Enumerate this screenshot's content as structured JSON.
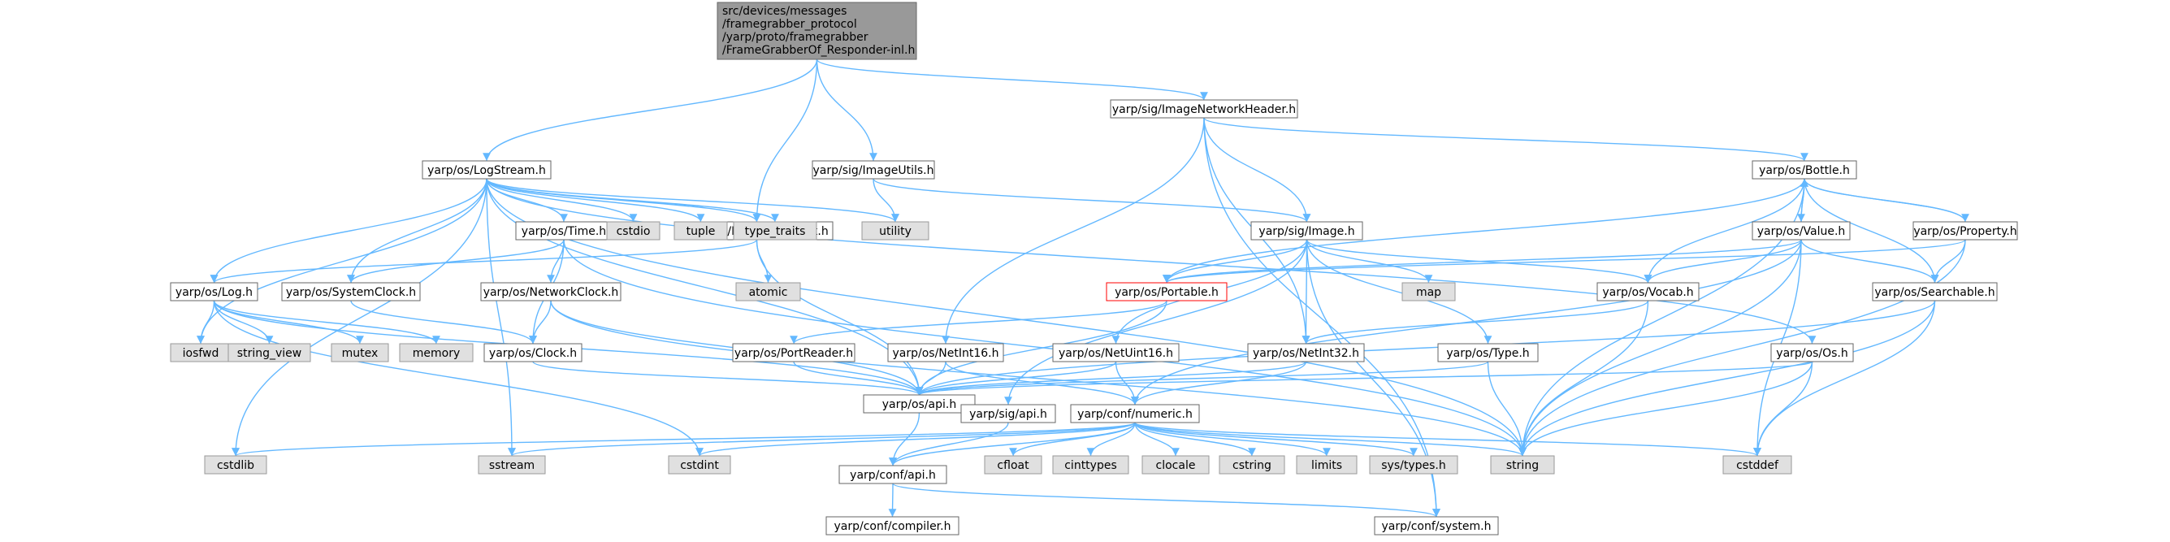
{
  "colors": {
    "edge": "#63b8ff",
    "root_fill": "#999999",
    "node_fill": "#ffffff",
    "system_fill": "#e0e0e0",
    "node_border": "#666666",
    "system_border": "#999999",
    "highlight_border": "#ff0000"
  },
  "nodes": [
    {
      "id": "root",
      "label": "src/devices/messages\n/framegrabber_protocol\n/yarp/proto/framegrabber\n/FrameGrabberOf_Responder-inl.h",
      "kind": "root"
    },
    {
      "id": "logstream",
      "label": "yarp/os/LogStream.h",
      "kind": "file"
    },
    {
      "id": "logcomponent",
      "label": "yarp/os/LogComponent.h",
      "kind": "file"
    },
    {
      "id": "imageutils",
      "label": "yarp/sig/ImageUtils.h",
      "kind": "file"
    },
    {
      "id": "imagenetheader",
      "label": "yarp/sig/ImageNetworkHeader.h",
      "kind": "file"
    },
    {
      "id": "bottle",
      "label": "yarp/os/Bottle.h",
      "kind": "file"
    },
    {
      "id": "value",
      "label": "yarp/os/Value.h",
      "kind": "file"
    },
    {
      "id": "property",
      "label": "yarp/os/Property.h",
      "kind": "file"
    },
    {
      "id": "searchable",
      "label": "yarp/os/Searchable.h",
      "kind": "file"
    },
    {
      "id": "vocab",
      "label": "yarp/os/Vocab.h",
      "kind": "file"
    },
    {
      "id": "portable",
      "label": "yarp/os/Portable.h",
      "kind": "highlight"
    },
    {
      "id": "image",
      "label": "yarp/sig/Image.h",
      "kind": "file"
    },
    {
      "id": "time",
      "label": "yarp/os/Time.h",
      "kind": "file"
    },
    {
      "id": "log",
      "label": "yarp/os/Log.h",
      "kind": "file"
    },
    {
      "id": "systemclock",
      "label": "yarp/os/SystemClock.h",
      "kind": "file"
    },
    {
      "id": "networkclock",
      "label": "yarp/os/NetworkClock.h",
      "kind": "file"
    },
    {
      "id": "clock",
      "label": "yarp/os/Clock.h",
      "kind": "file"
    },
    {
      "id": "portreader",
      "label": "yarp/os/PortReader.h",
      "kind": "file"
    },
    {
      "id": "netint16",
      "label": "yarp/os/NetInt16.h",
      "kind": "file"
    },
    {
      "id": "netuint16",
      "label": "yarp/os/NetUint16.h",
      "kind": "file"
    },
    {
      "id": "netint32",
      "label": "yarp/os/NetInt32.h",
      "kind": "file"
    },
    {
      "id": "type",
      "label": "yarp/os/Type.h",
      "kind": "file"
    },
    {
      "id": "os",
      "label": "yarp/os/Os.h",
      "kind": "file"
    },
    {
      "id": "osapi",
      "label": "yarp/os/api.h",
      "kind": "file"
    },
    {
      "id": "sigapi",
      "label": "yarp/sig/api.h",
      "kind": "file"
    },
    {
      "id": "numeric",
      "label": "yarp/conf/numeric.h",
      "kind": "file"
    },
    {
      "id": "confapi",
      "label": "yarp/conf/api.h",
      "kind": "file"
    },
    {
      "id": "compiler",
      "label": "yarp/conf/compiler.h",
      "kind": "file"
    },
    {
      "id": "system",
      "label": "yarp/conf/system.h",
      "kind": "file"
    },
    {
      "id": "cstdio",
      "label": "cstdio",
      "kind": "system"
    },
    {
      "id": "tuple",
      "label": "tuple",
      "kind": "system"
    },
    {
      "id": "type_traits",
      "label": "type_traits",
      "kind": "system"
    },
    {
      "id": "utility",
      "label": "utility",
      "kind": "system"
    },
    {
      "id": "atomic",
      "label": "atomic",
      "kind": "system"
    },
    {
      "id": "map",
      "label": "map",
      "kind": "system"
    },
    {
      "id": "iosfwd",
      "label": "iosfwd",
      "kind": "system"
    },
    {
      "id": "string_view",
      "label": "string_view",
      "kind": "system"
    },
    {
      "id": "mutex",
      "label": "mutex",
      "kind": "system"
    },
    {
      "id": "memory",
      "label": "memory",
      "kind": "system"
    },
    {
      "id": "cstdlib",
      "label": "cstdlib",
      "kind": "system"
    },
    {
      "id": "sstream",
      "label": "sstream",
      "kind": "system"
    },
    {
      "id": "cstdint",
      "label": "cstdint",
      "kind": "system"
    },
    {
      "id": "cfloat",
      "label": "cfloat",
      "kind": "system"
    },
    {
      "id": "cinttypes",
      "label": "cinttypes",
      "kind": "system"
    },
    {
      "id": "clocale",
      "label": "clocale",
      "kind": "system"
    },
    {
      "id": "cstring",
      "label": "cstring",
      "kind": "system"
    },
    {
      "id": "limits",
      "label": "limits",
      "kind": "system"
    },
    {
      "id": "systypes",
      "label": "sys/types.h",
      "kind": "system"
    },
    {
      "id": "string",
      "label": "string",
      "kind": "system"
    },
    {
      "id": "cstddef",
      "label": "cstddef",
      "kind": "system"
    }
  ],
  "edges": [
    [
      "root",
      "logstream"
    ],
    [
      "root",
      "logcomponent"
    ],
    [
      "root",
      "imageutils"
    ],
    [
      "root",
      "imagenetheader"
    ],
    [
      "logstream",
      "cstdio"
    ],
    [
      "logstream",
      "tuple"
    ],
    [
      "logstream",
      "type_traits"
    ],
    [
      "logstream",
      "utility"
    ],
    [
      "logstream",
      "logcomponent"
    ],
    [
      "logstream",
      "time"
    ],
    [
      "logstream",
      "log"
    ],
    [
      "logstream",
      "systemclock"
    ],
    [
      "logstream",
      "iosfwd"
    ],
    [
      "logstream",
      "cstdlib"
    ],
    [
      "logstream",
      "sstream"
    ],
    [
      "logstream",
      "osapi"
    ],
    [
      "logstream",
      "os"
    ],
    [
      "logstream",
      "string"
    ],
    [
      "logcomponent",
      "atomic"
    ],
    [
      "logcomponent",
      "log"
    ],
    [
      "logcomponent",
      "osapi"
    ],
    [
      "imageutils",
      "utility"
    ],
    [
      "imageutils",
      "image"
    ],
    [
      "imagenetheader",
      "bottle"
    ],
    [
      "imagenetheader",
      "image"
    ],
    [
      "imagenetheader",
      "netint16"
    ],
    [
      "imagenetheader",
      "netint32"
    ],
    [
      "imagenetheader",
      "system"
    ],
    [
      "bottle",
      "portable"
    ],
    [
      "bottle",
      "value"
    ],
    [
      "bottle",
      "property"
    ],
    [
      "bottle",
      "searchable"
    ],
    [
      "bottle",
      "vocab"
    ],
    [
      "bottle",
      "string"
    ],
    [
      "value",
      "bottle"
    ],
    [
      "value",
      "portable"
    ],
    [
      "value",
      "searchable"
    ],
    [
      "value",
      "vocab"
    ],
    [
      "value",
      "numeric"
    ],
    [
      "value",
      "string"
    ],
    [
      "value",
      "cstddef"
    ],
    [
      "property",
      "bottle"
    ],
    [
      "property",
      "portable"
    ],
    [
      "property",
      "searchable"
    ],
    [
      "property",
      "string"
    ],
    [
      "searchable",
      "osapi"
    ],
    [
      "searchable",
      "string"
    ],
    [
      "searchable",
      "cstddef"
    ],
    [
      "vocab",
      "netint32"
    ],
    [
      "vocab",
      "string"
    ],
    [
      "image",
      "portable"
    ],
    [
      "image",
      "vocab"
    ],
    [
      "image",
      "map"
    ],
    [
      "image",
      "type"
    ],
    [
      "image",
      "netuint16"
    ],
    [
      "image",
      "netint32"
    ],
    [
      "image",
      "sigapi"
    ],
    [
      "image",
      "system"
    ],
    [
      "portable",
      "portreader"
    ],
    [
      "portable",
      "osapi"
    ],
    [
      "time",
      "systemclock"
    ],
    [
      "time",
      "networkclock"
    ],
    [
      "time",
      "clock"
    ],
    [
      "time",
      "string"
    ],
    [
      "log",
      "iosfwd"
    ],
    [
      "log",
      "string_view"
    ],
    [
      "log",
      "mutex"
    ],
    [
      "log",
      "memory"
    ],
    [
      "log",
      "cstdint"
    ],
    [
      "log",
      "osapi"
    ],
    [
      "systemclock",
      "clock"
    ],
    [
      "networkclock",
      "clock"
    ],
    [
      "networkclock",
      "osapi"
    ],
    [
      "networkclock",
      "string"
    ],
    [
      "clock",
      "osapi"
    ],
    [
      "portreader",
      "osapi"
    ],
    [
      "netint16",
      "osapi"
    ],
    [
      "netint16",
      "numeric"
    ],
    [
      "netuint16",
      "osapi"
    ],
    [
      "netuint16",
      "numeric"
    ],
    [
      "netint32",
      "osapi"
    ],
    [
      "netint32",
      "numeric"
    ],
    [
      "type",
      "osapi"
    ],
    [
      "type",
      "string"
    ],
    [
      "os",
      "osapi"
    ],
    [
      "os",
      "string"
    ],
    [
      "os",
      "cstddef"
    ],
    [
      "osapi",
      "confapi"
    ],
    [
      "sigapi",
      "confapi"
    ],
    [
      "numeric",
      "confapi"
    ],
    [
      "numeric",
      "cstddef"
    ],
    [
      "numeric",
      "cstdint"
    ],
    [
      "numeric",
      "cstdlib"
    ],
    [
      "numeric",
      "sstream"
    ],
    [
      "numeric",
      "cfloat"
    ],
    [
      "numeric",
      "cinttypes"
    ],
    [
      "numeric",
      "clocale"
    ],
    [
      "numeric",
      "cstring"
    ],
    [
      "numeric",
      "limits"
    ],
    [
      "numeric",
      "systypes"
    ],
    [
      "numeric",
      "string"
    ],
    [
      "confapi",
      "compiler"
    ],
    [
      "confapi",
      "system"
    ]
  ]
}
